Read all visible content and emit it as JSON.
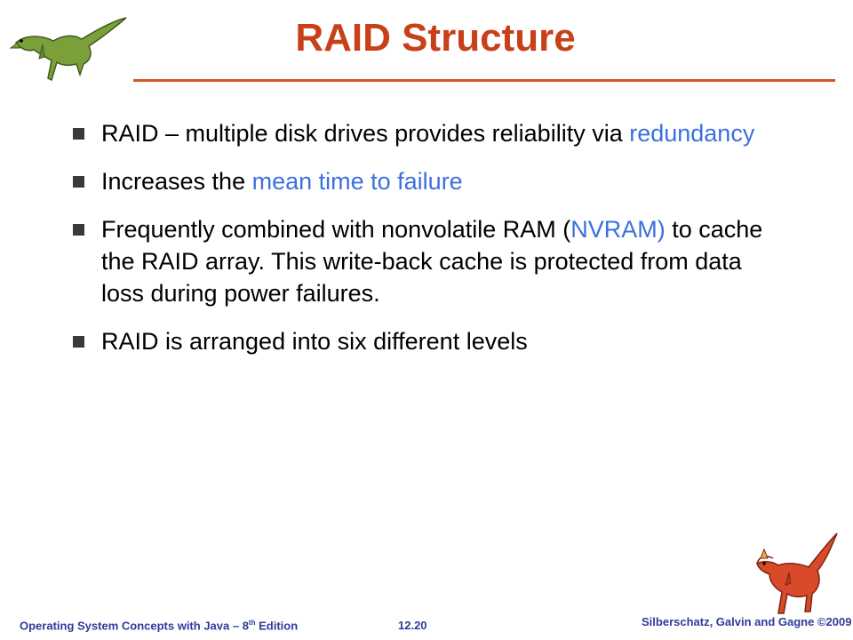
{
  "slide": {
    "title": "RAID Structure",
    "bullets": [
      {
        "parts": [
          {
            "text": "RAID – multiple disk drives provides reliability via "
          },
          {
            "text": "redundancy",
            "highlight": true
          }
        ]
      },
      {
        "parts": [
          {
            "text": "Increases the "
          },
          {
            "text": "mean time to failure",
            "highlight": true
          }
        ]
      },
      {
        "parts": [
          {
            "text": "Frequently combined with nonvolatile RAM ("
          },
          {
            "text": "NVRAM)",
            "highlight": true
          },
          {
            "text": " to cache the RAID array.  This write-back cache is protected from data loss during power failures."
          }
        ]
      },
      {
        "parts": [
          {
            "text": "RAID is arranged into six different levels"
          }
        ]
      }
    ]
  },
  "footer": {
    "left_prefix": "Operating System Concepts  with Java – 8",
    "left_sup": "th",
    "left_suffix": " Edition",
    "center": "12.20",
    "right": "Silberschatz, Galvin and Gagne ©2009"
  },
  "colors": {
    "title": "#c8401a",
    "rule": "#d0561e",
    "highlight": "#3c6fe0",
    "footer": "#2f3b9a"
  },
  "icons": {
    "top_left": "green-dinosaur-icon",
    "bottom_right": "red-dinosaur-icon"
  }
}
